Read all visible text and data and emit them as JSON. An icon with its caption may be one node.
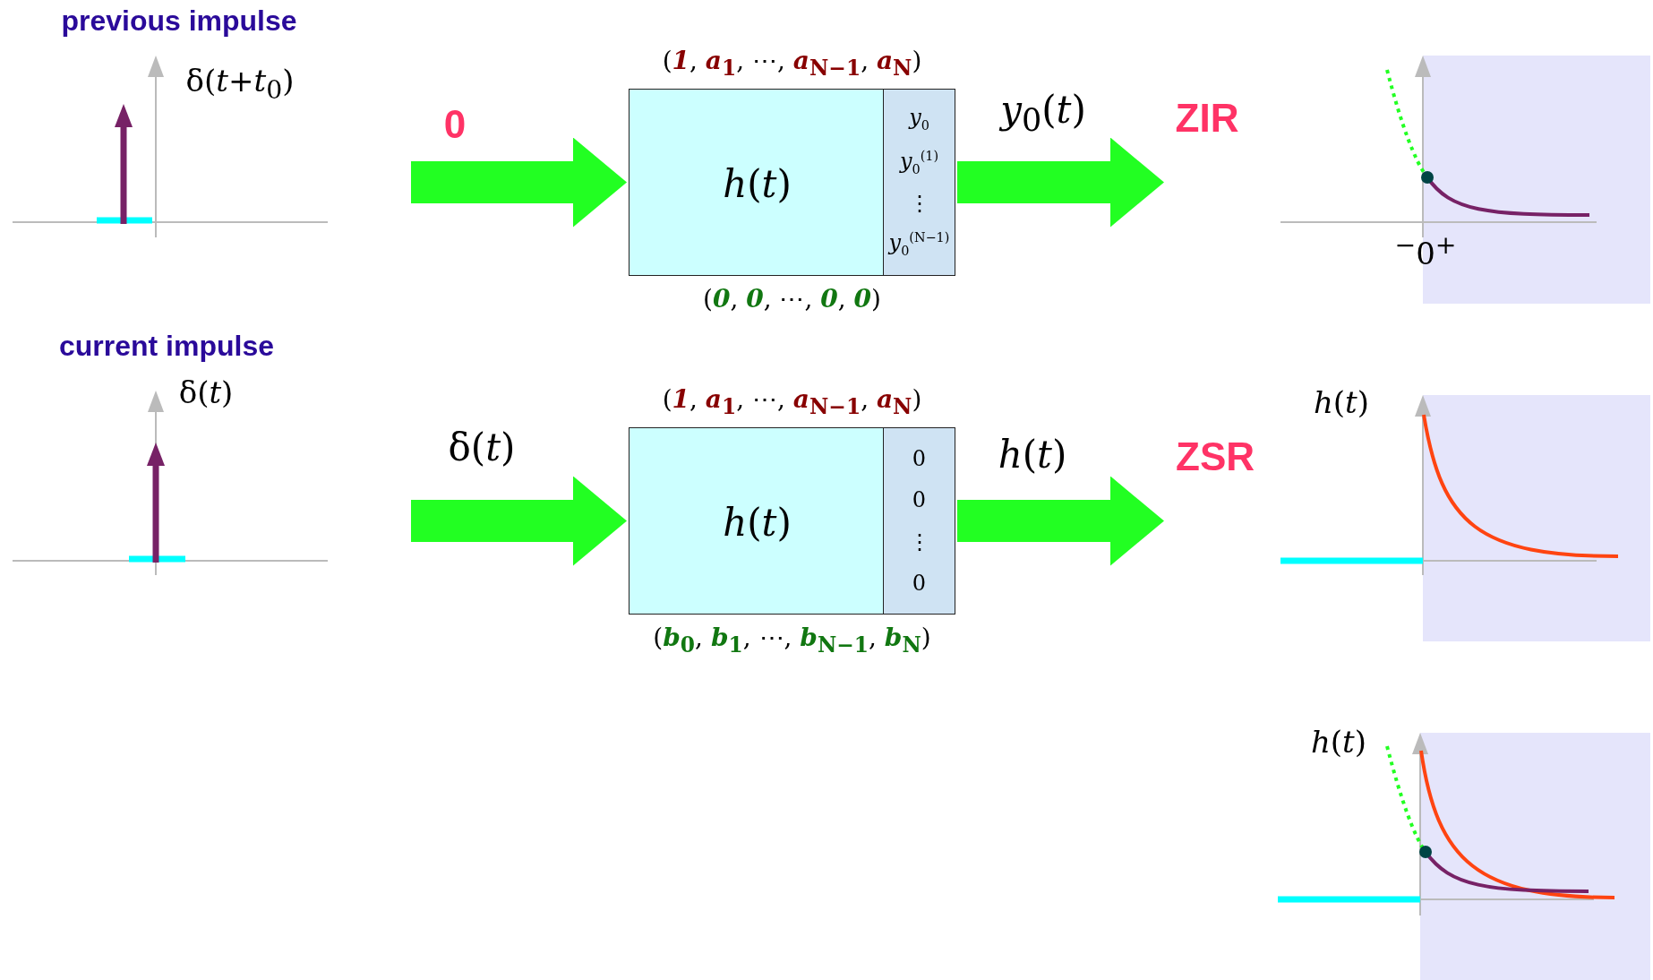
{
  "diagram": {
    "nodes": [
      {
        "text": [
          "*h*(*t*)"
        ],
        "beside": [
          "(**1**, **a**$_{1}$, ⋯, **a**$_{N−1}$, **a**$_{N}$)",
          "(**0**, **0**, ⋯, **0**, **0**)"
        ]
      },
      {
        "text": [
          "*y*$_{0}$",
          "*y*$_{0}$$^{(1)}$",
          "⋮",
          "*y*$_{0}$$^{(N−1)}$"
        ],
        "in": 0
      },
      {
        "text": [
          "*h*(*t*)"
        ],
        "beside": [
          "(**1**, **a**$_{1}$, ⋯, **a**$_{N−1}$, **a**$_{N}$)",
          "(**b**$_{0}$, **b**$_{1}$, ⋯, **b**$_{N−1}$, **b**$_{N}$)"
        ]
      },
      {
        "text": [
          "0",
          "0",
          "⋮",
          "0"
        ],
        "in": 2
      }
    ],
    "edges": [
      {
        "from": null,
        "to": 0,
        "arrow": "to",
        "label": "0"
      },
      {
        "from": 1,
        "to": null,
        "arrow": "to",
        "label": "*y*$_{0}$(*t*)"
      },
      {
        "from": null,
        "to": 2,
        "arrow": "to",
        "label": "δ(*t*)"
      },
      {
        "from": 3,
        "to": null,
        "arrow": "to",
        "label": "*h*(*t*)"
      }
    ],
    "labels": [
      "previous impulse",
      "δ(*t*+*t*$_{0}$)",
      "ZIR",
      "$^{−}$0$^{+}$",
      "current impulse",
      "δ(*t*)",
      "ZSR",
      "*h*(*t*)",
      "*h*(*t*)"
    ]
  }
}
